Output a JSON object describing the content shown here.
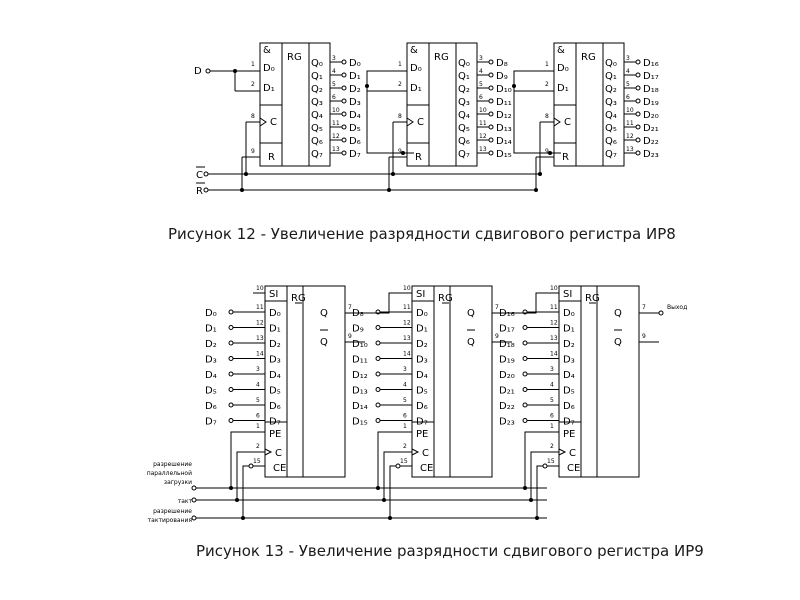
{
  "fig12": {
    "caption": "Рисунок 12 - Увеличение разрядности сдвигового регистра ИР8",
    "inputs": {
      "d": "D",
      "c": "C",
      "r": "R"
    },
    "block": {
      "amp": "&",
      "d0": "D₀",
      "d1": "D₁",
      "rg": "RG",
      "c": "C",
      "r": "R",
      "q": [
        "Q₀",
        "Q₁",
        "Q₂",
        "Q₃",
        "Q₄",
        "Q₅",
        "Q₆",
        "Q₇"
      ]
    },
    "pins_in": [
      "1",
      "2",
      "8",
      "9"
    ],
    "pins_out": [
      "3",
      "4",
      "5",
      "6",
      "10",
      "11",
      "12",
      "13"
    ],
    "outputs": [
      [
        "D₀",
        "D₁",
        "D₂",
        "D₃",
        "D₄",
        "D₅",
        "D₆",
        "D₇"
      ],
      [
        "D₈",
        "D₉",
        "D₁₀",
        "D₁₁",
        "D₁₂",
        "D₁₃",
        "D₁₄",
        "D₁₅"
      ],
      [
        "D₁₆",
        "D₁₇",
        "D₁₈",
        "D₁₉",
        "D₂₀",
        "D₂₁",
        "D₂₂",
        "D₂₃"
      ]
    ]
  },
  "fig13": {
    "caption": "Рисунок 13 - Увеличение разрядности сдвигового регистра ИР9",
    "block": {
      "si": "SI",
      "rg": "RG",
      "d": [
        "D₀",
        "D₁",
        "D₂",
        "D₃",
        "D₄",
        "D₅",
        "D₆",
        "D₇"
      ],
      "pe": "PE",
      "c": "C",
      "ce": "CE",
      "q": "Q",
      "qbar": "Q"
    },
    "pins_d": [
      "11",
      "12",
      "13",
      "14",
      "3",
      "4",
      "5",
      "6"
    ],
    "pins": {
      "si": "10",
      "pe": "1",
      "c": "2",
      "ce": "15",
      "q": "7",
      "qbar": "9"
    },
    "inputs": [
      [
        "D₀",
        "D₁",
        "D₂",
        "D₃",
        "D₄",
        "D₅",
        "D₆",
        "D₇"
      ],
      [
        "D₈",
        "D₉",
        "D₁₀",
        "D₁₁",
        "D₁₂",
        "D₁₃",
        "D₁₄",
        "D₁₅"
      ],
      [
        "D₁₆",
        "D₁₇",
        "D₁₈",
        "D₁₉",
        "D₂₀",
        "D₂₁",
        "D₂₂",
        "D₂₃"
      ]
    ],
    "output_label": "Выход",
    "controls": [
      "разрешение параллельной загрузки",
      "такт",
      "разрешение тактирования"
    ]
  }
}
